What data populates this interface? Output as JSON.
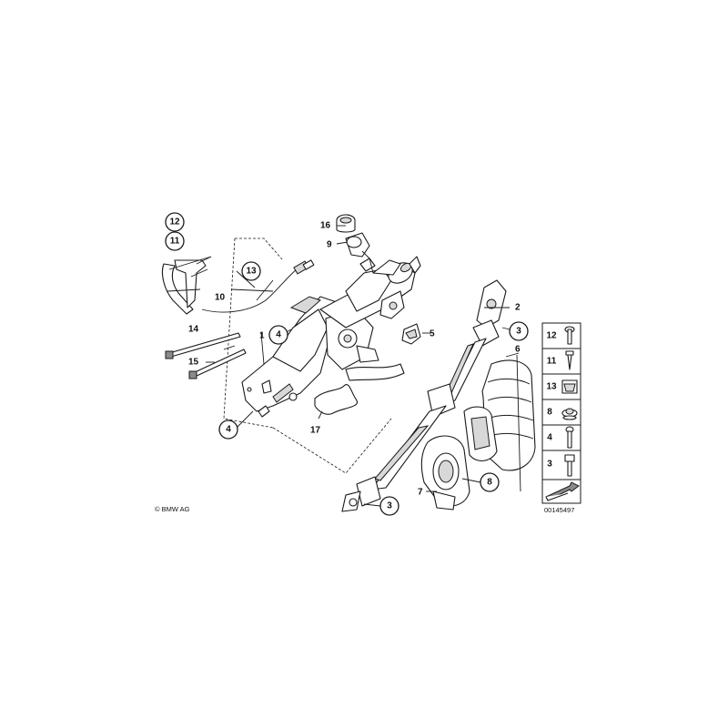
{
  "callouts": {
    "c12": "12",
    "c11": "11",
    "c13": "13",
    "c4a": "4",
    "c4b": "4",
    "c3a": "3",
    "c3b": "3",
    "c8": "8"
  },
  "labels": {
    "l16": "16",
    "l9": "9",
    "l10": "10",
    "l14": "14",
    "l15": "15",
    "l1": "1",
    "l5": "5",
    "l17": "17",
    "l2": "2",
    "l6": "6",
    "l7": "7"
  },
  "legend": [
    "12",
    "11",
    "13",
    "8",
    "4",
    "3"
  ],
  "copyright": "© BMW AG",
  "image_number": "00145497"
}
